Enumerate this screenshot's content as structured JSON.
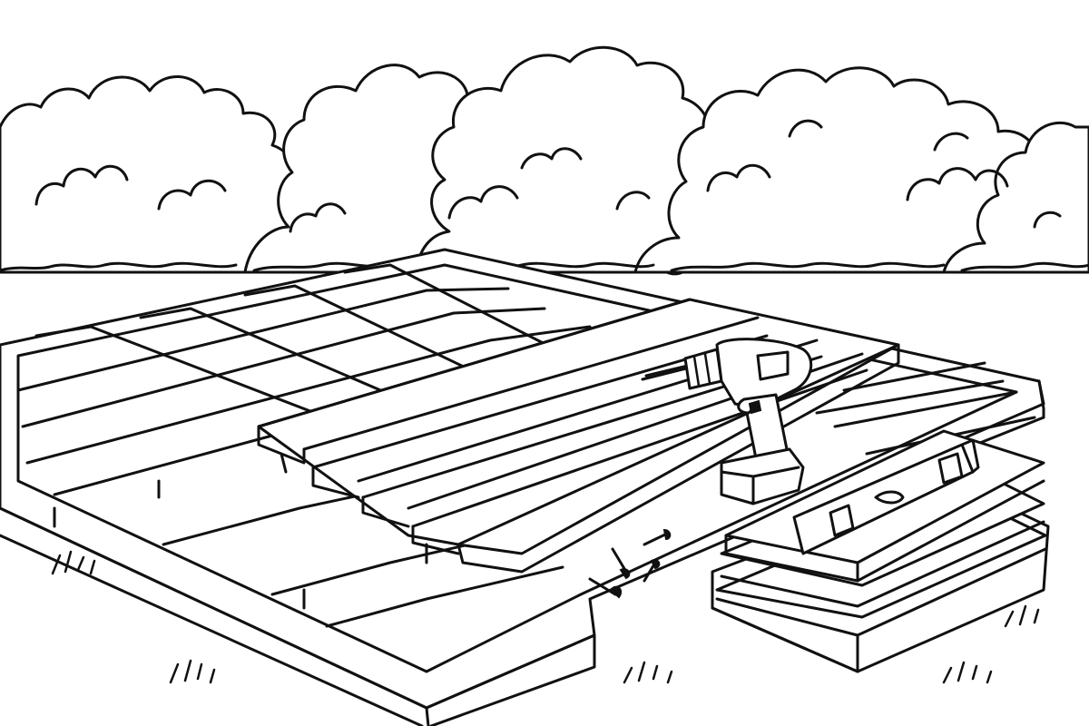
{
  "scene": {
    "style": "black-and-white line art coloring page",
    "ink_color": "#111111",
    "background_color": "#ffffff",
    "objects": [
      "bush-row",
      "deck-frame",
      "deck-boards",
      "cordless-drill",
      "screws",
      "board-stack",
      "spirit-level",
      "grass-tufts"
    ],
    "screw_count": 4,
    "board_stack_count": 4,
    "installed_board_count": 4
  }
}
